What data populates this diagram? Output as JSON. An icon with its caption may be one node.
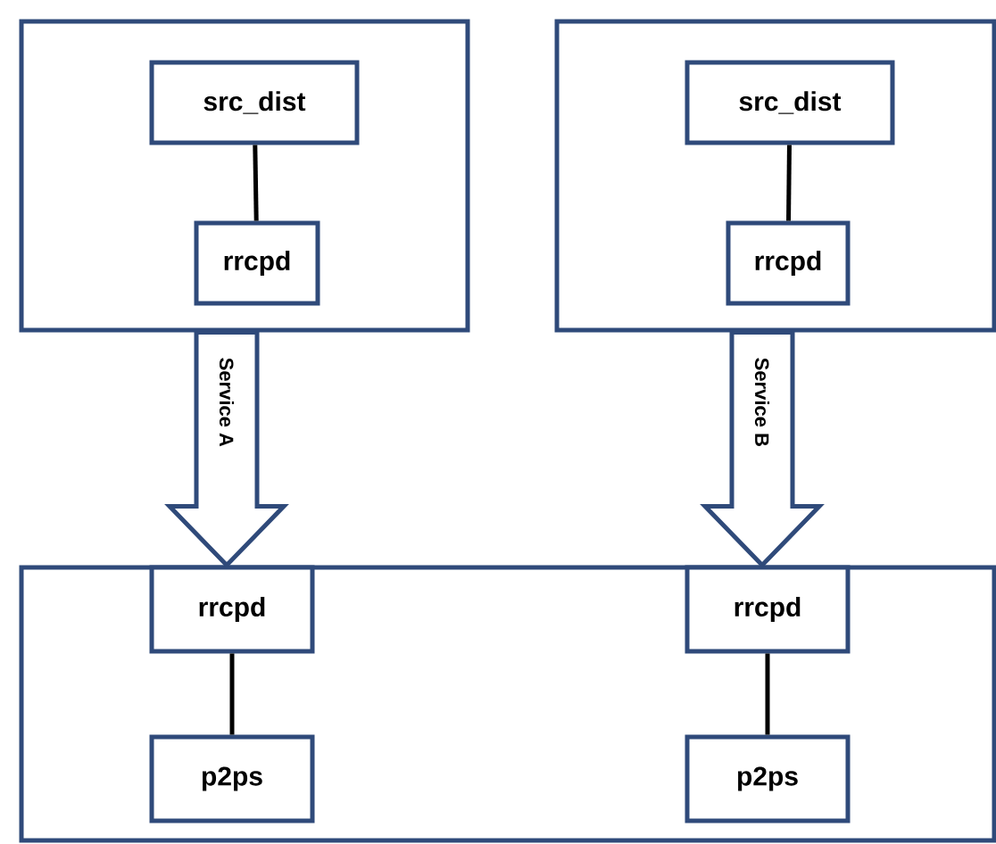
{
  "diagram": {
    "nodes": [
      {
        "text": [],
        "shape": "box"
      },
      {
        "text": [
          "src_dist"
        ],
        "in": 0
      },
      {
        "text": [
          "rrcpd"
        ],
        "in": 0
      },
      {
        "text": [],
        "shape": "box"
      },
      {
        "text": [
          "src_dist"
        ],
        "in": 3
      },
      {
        "text": [
          "rrcpd"
        ],
        "in": 3
      },
      {
        "text": [],
        "shape": "box"
      },
      {
        "text": [
          "rrcpd"
        ],
        "in": 6
      },
      {
        "text": [
          "p2ps"
        ],
        "in": 6
      },
      {
        "text": [
          "rrcpd"
        ],
        "in": 6
      },
      {
        "text": [
          "p2ps"
        ],
        "in": 6
      }
    ],
    "edges": [
      {
        "from": 1,
        "to": 2,
        "arrow": "none"
      },
      {
        "from": 4,
        "to": 5,
        "arrow": "none"
      },
      {
        "from": 0,
        "to": 6,
        "arrow": "to",
        "label": "Service A",
        "color": "#2f4a7a"
      },
      {
        "from": 3,
        "to": 6,
        "arrow": "to",
        "label": "Service B",
        "color": "#2f4a7a"
      },
      {
        "from": 7,
        "to": 8,
        "arrow": "none"
      },
      {
        "from": 9,
        "to": 10,
        "arrow": "none"
      }
    ]
  }
}
